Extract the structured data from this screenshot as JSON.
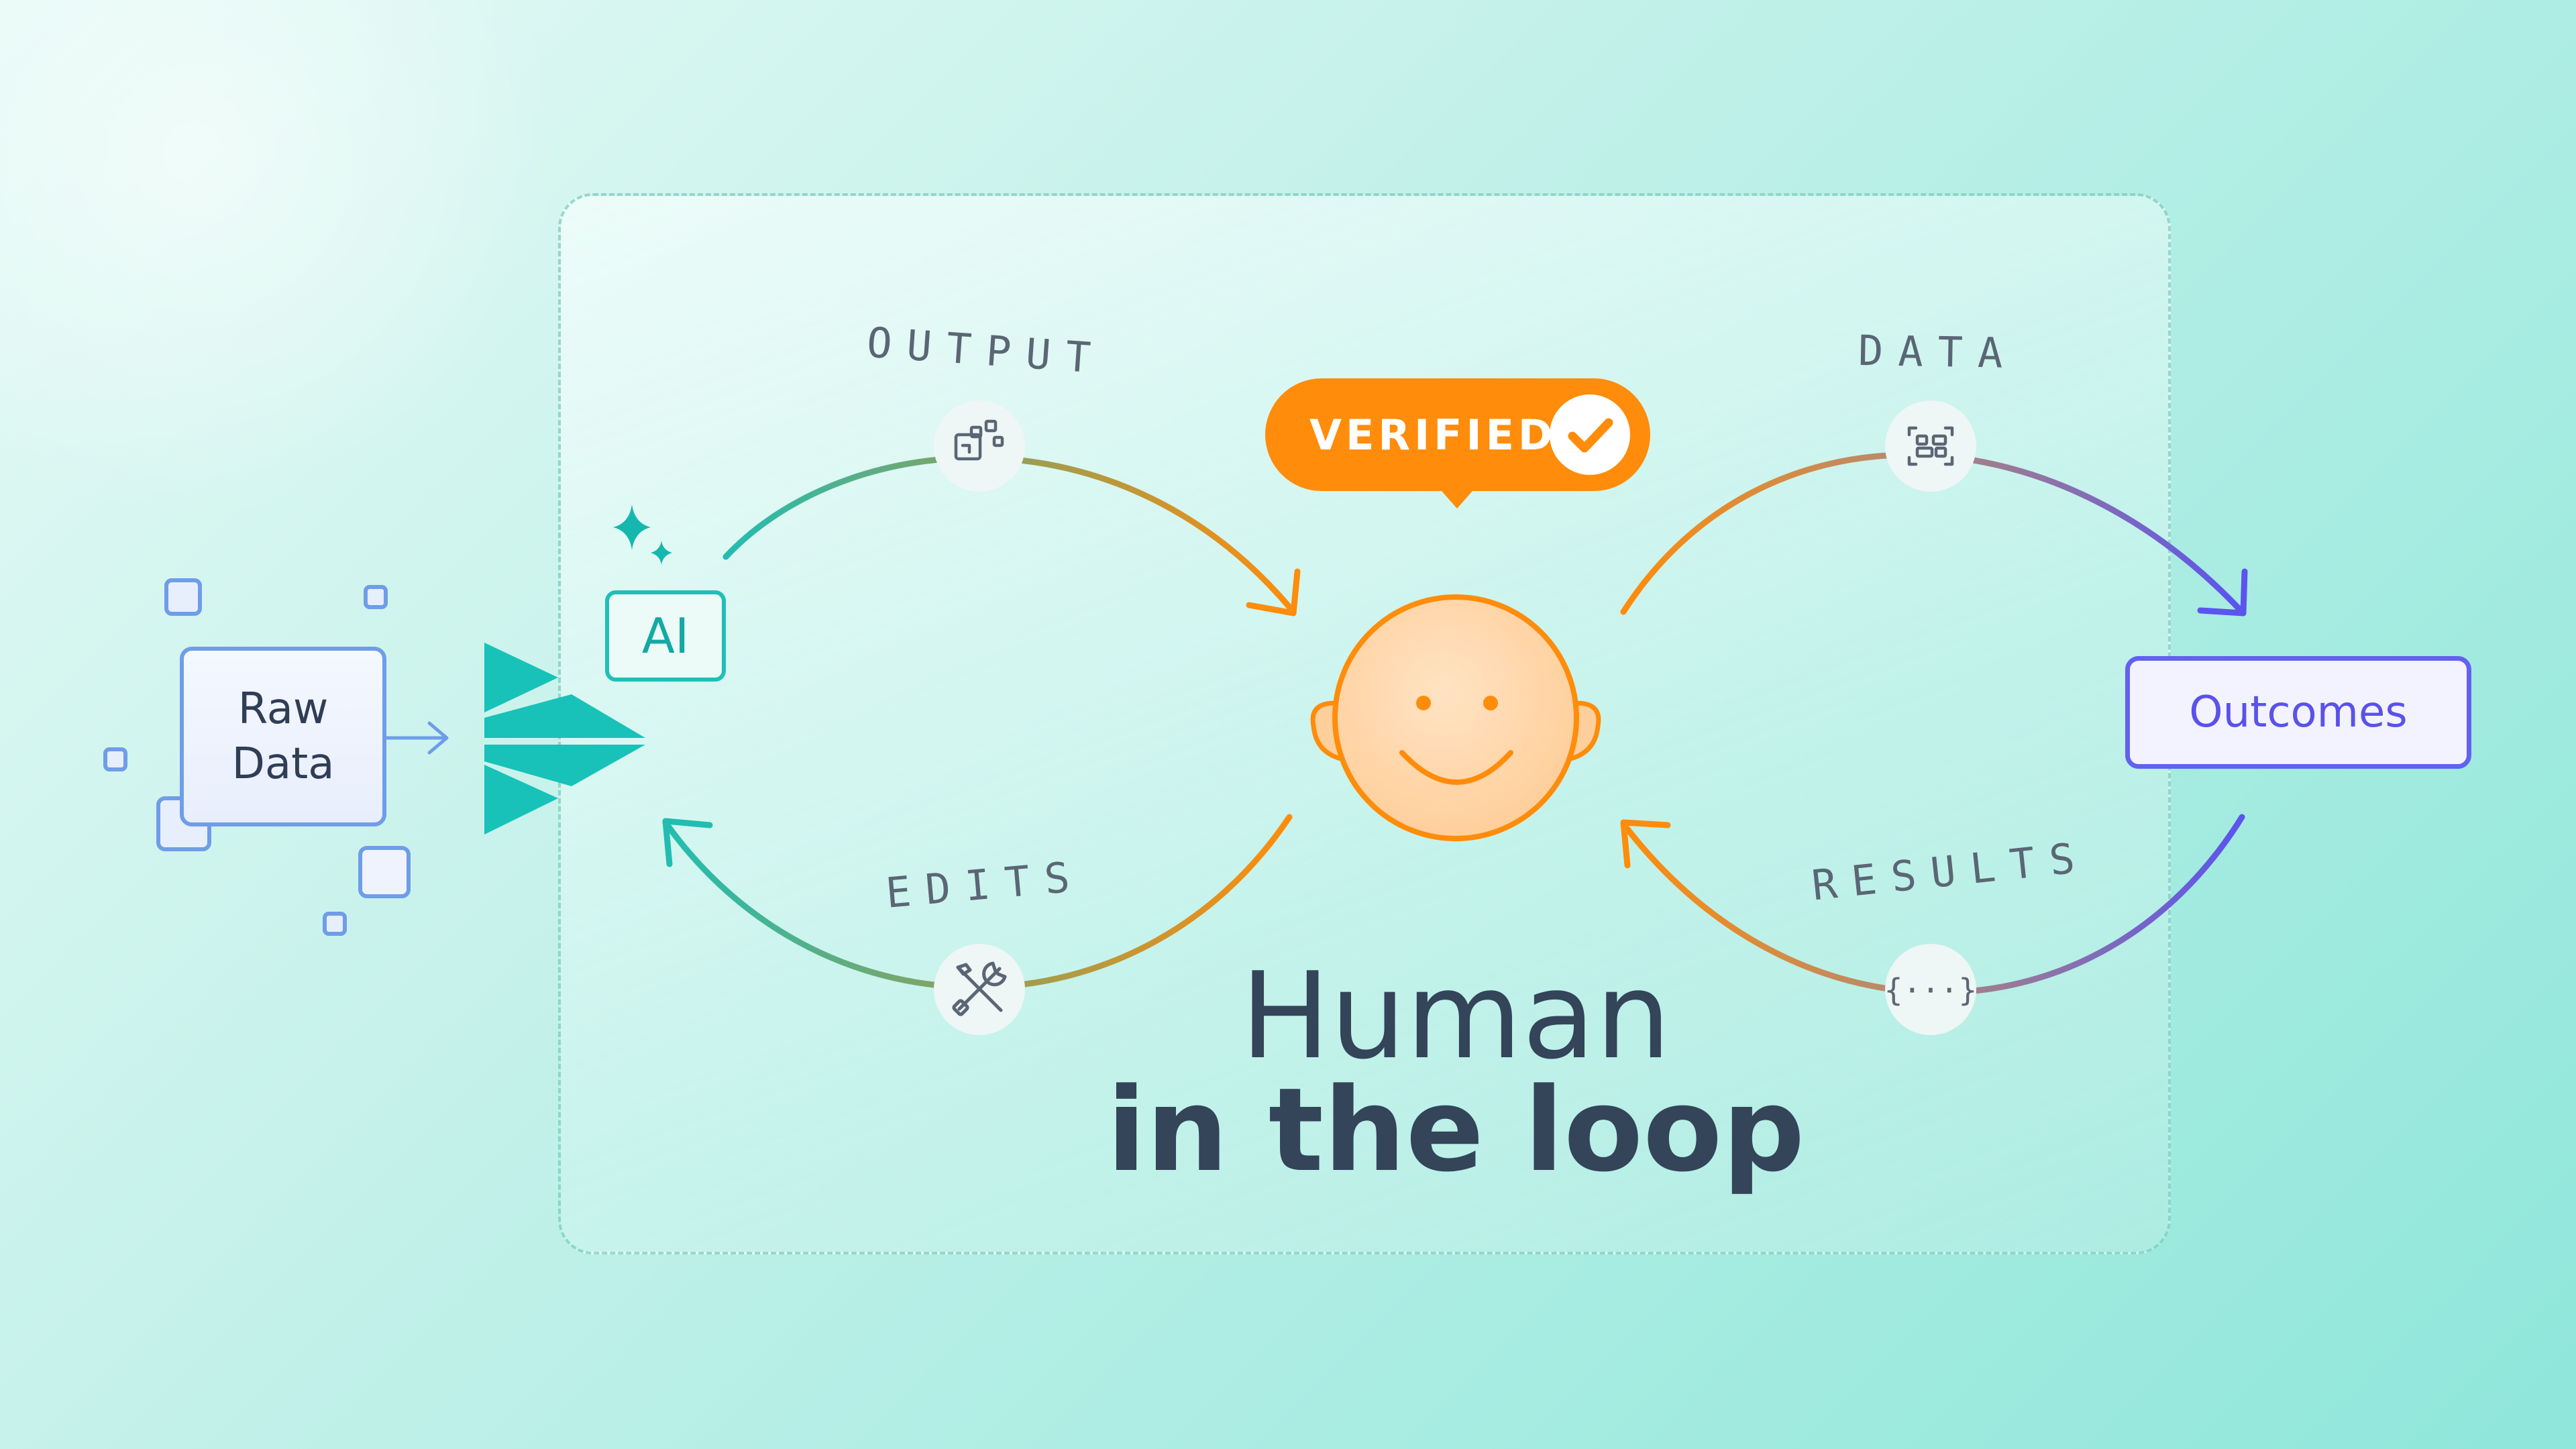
{
  "nodes": {
    "raw_data": [
      "Raw",
      "Data"
    ],
    "ai": "AI",
    "outcomes": "Outcomes"
  },
  "badge": {
    "verified": "VERIFIED"
  },
  "loop_labels": {
    "output": "OUTPUT",
    "edits": "EDITS",
    "data": "DATA",
    "results": "RESULTS"
  },
  "title": {
    "line1": "Human",
    "line2": "in the loop"
  },
  "colors": {
    "teal": "#22bdb1",
    "orange": "#ff8c0a",
    "purple": "#5b54ee",
    "raw_blue": "#6f9de8",
    "text_dark": "#344459"
  },
  "icons": [
    "sparkle-icon",
    "chevron-arrows-logo-icon",
    "output-grid-icon",
    "tools-icon",
    "data-scan-icon",
    "code-braces-icon",
    "check-icon",
    "smiley-face-icon"
  ]
}
